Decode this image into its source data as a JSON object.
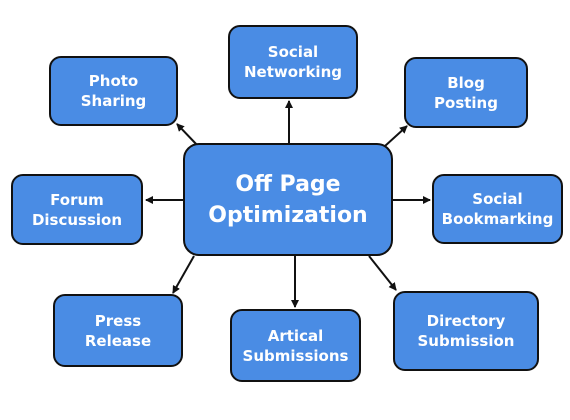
{
  "center": "Off Page\nOptimization",
  "nodes": {
    "social_networking": "Social\nNetworking",
    "photo_sharing": "Photo\nSharing",
    "blog_posting": "Blog\nPosting",
    "forum_discussion": "Forum\nDiscussion",
    "social_bookmarking": "Social\nBookmarking",
    "press_release": "Press\nRelease",
    "artical_submissions": "Artical\nSubmissions",
    "directory_submission": "Directory\nSubmission"
  },
  "colors": {
    "box_fill": "#4a8ce4",
    "box_border": "#111111",
    "text": "#ffffff",
    "arrow": "#111111"
  }
}
